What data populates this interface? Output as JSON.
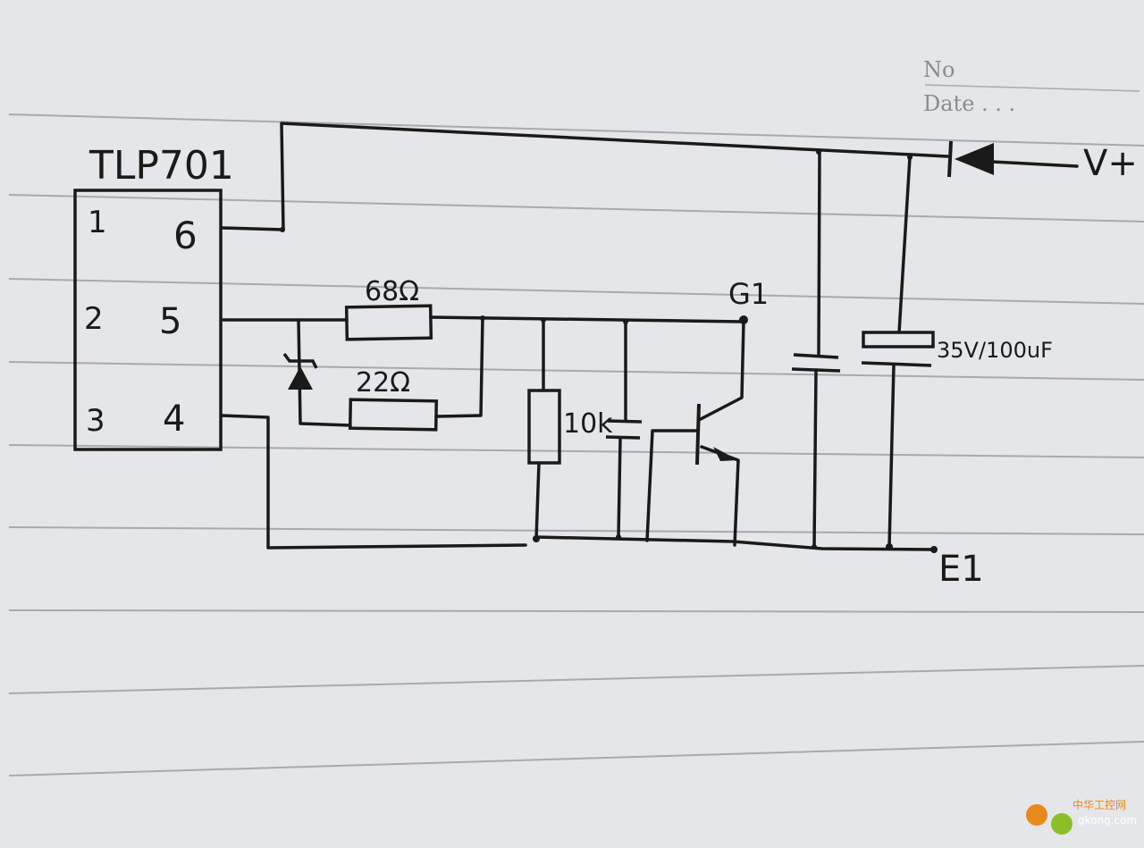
{
  "notebook": {
    "no_label": "No",
    "date_label": "Date . . ."
  },
  "ic": {
    "name": "TLP701",
    "pins": {
      "p1": "1",
      "p2": "2",
      "p3": "3",
      "p4": "4",
      "p5": "5",
      "p6": "6"
    }
  },
  "labels": {
    "r1": "68Ω",
    "r2": "22Ω",
    "r3": "10k",
    "g1": "G1",
    "cap": "35V/100uF",
    "vplus": "V+",
    "gnd": "E1"
  },
  "watermark": {
    "site_cn": "中华工控网",
    "site_url": "gkong.com"
  },
  "colors": {
    "paper": "#e4e6e8",
    "ink": "#1a1a1a",
    "rule": "#9aa0a6",
    "watermark_orange": "#e8891e",
    "watermark_green": "#8bbf2a"
  }
}
